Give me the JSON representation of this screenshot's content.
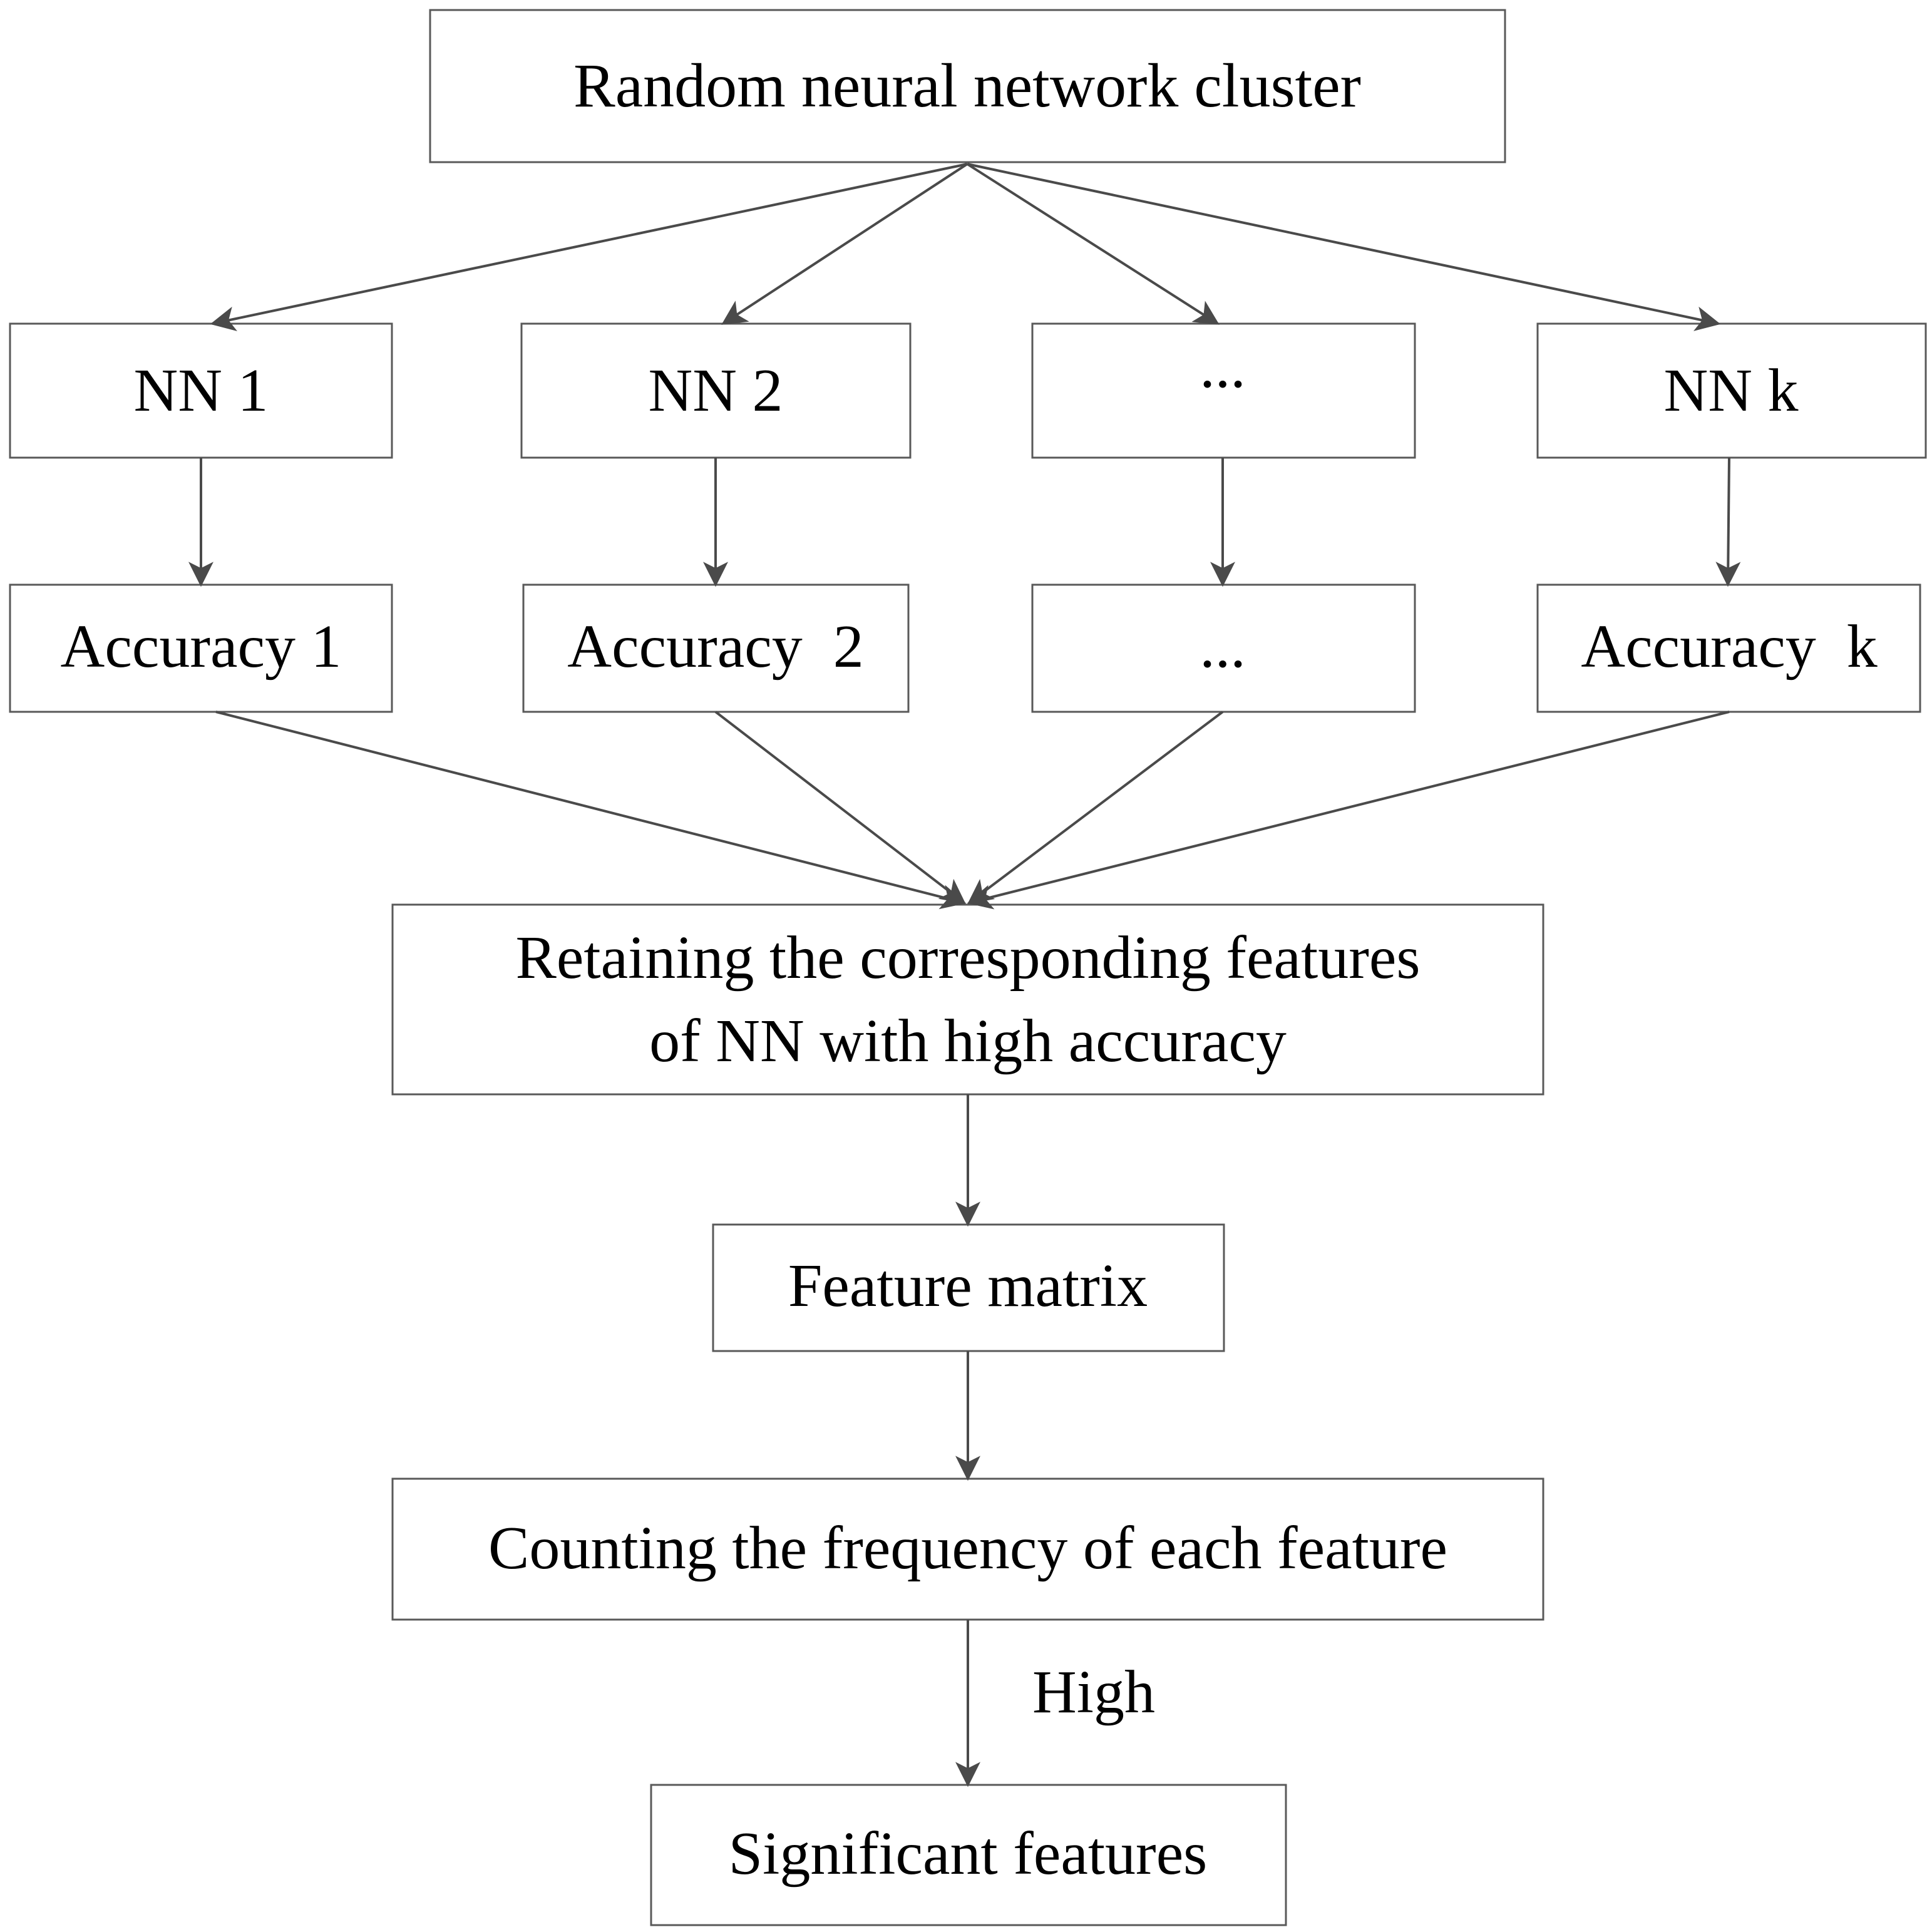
{
  "nodes": {
    "top": "Random neural network cluster",
    "nn1": "NN 1",
    "nn2": "NN 2",
    "nn_dots": "...",
    "nnk": "NN k",
    "acc1": "Accuracy 1",
    "acc2": "Accuracy  2",
    "acc_dots": "...",
    "acck": "Accuracy  k",
    "retain_line1": "Retaining the corresponding features",
    "retain_line2": "of NN with high accuracy",
    "feature_matrix": "Feature matrix",
    "counting": "Counting the frequency of each feature",
    "significant": "Significant features"
  },
  "edge_labels": {
    "high": "High"
  },
  "colors": {
    "border": "#595959",
    "arrow": "#4a4a4a",
    "text": "#000000",
    "background": "#ffffff"
  }
}
